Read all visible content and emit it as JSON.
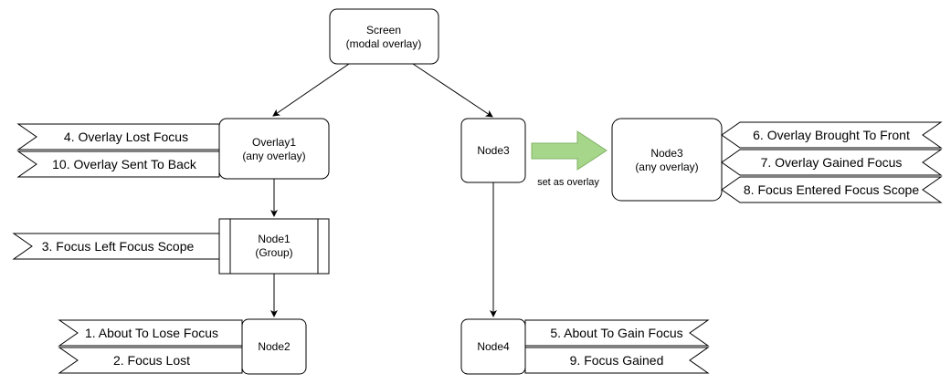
{
  "colors": {
    "overlay_arrow_fill": "#a6d68a",
    "overlay_arrow_stroke": "#82b366",
    "line": "#000000"
  },
  "nodes": {
    "screen": {
      "title": "Screen",
      "subtitle": "(modal overlay)"
    },
    "overlay1": {
      "title": "Overlay1",
      "subtitle": "(any overlay)"
    },
    "node1": {
      "title": "Node1",
      "subtitle": "(Group)"
    },
    "node2": {
      "title": "Node2"
    },
    "node3": {
      "title": "Node3"
    },
    "node3_overlay": {
      "title": "Node3",
      "subtitle": "(any overlay)"
    },
    "node4": {
      "title": "Node4"
    }
  },
  "set_as_overlay_label": "set as overlay",
  "tags": {
    "overlay_lost_focus": "4. Overlay Lost Focus",
    "overlay_sent_to_back": "10. Overlay Sent To Back",
    "focus_left_focus_scope": "3. Focus Left Focus Scope",
    "about_to_lose_focus": "1. About To Lose Focus",
    "focus_lost": "2. Focus Lost",
    "about_to_gain_focus": "5. About To Gain Focus",
    "focus_gained": "9. Focus Gained",
    "overlay_brought_to_front": "6. Overlay Brought To Front",
    "overlay_gained_focus": "7. Overlay Gained Focus",
    "focus_entered_focus_scope": "8. Focus Entered Focus Scope"
  }
}
